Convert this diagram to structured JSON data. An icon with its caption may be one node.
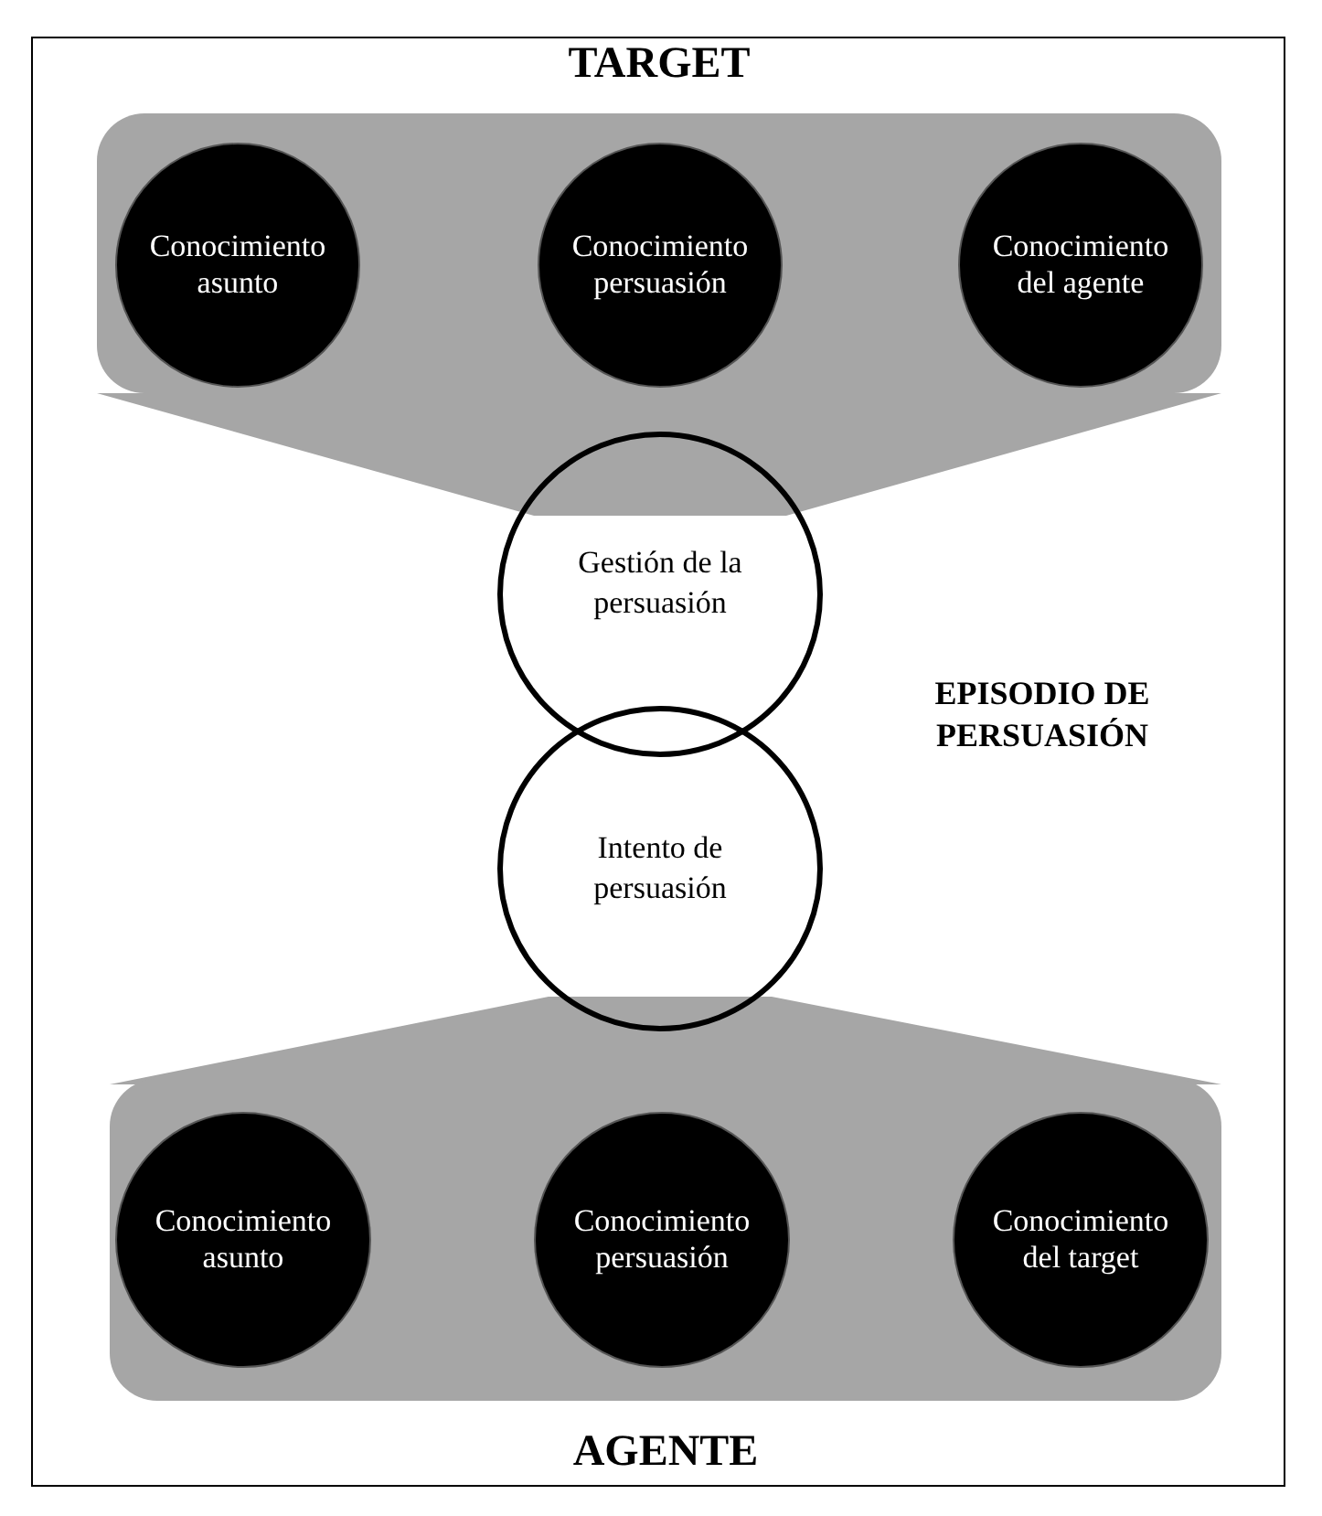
{
  "diagram": {
    "nodes": [
      {
        "text": [
          "TARGET"
        ]
      },
      {
        "text": [
          "Conocimiento asunto"
        ],
        "in": 0
      },
      {
        "text": [
          "Conocimiento persuasión"
        ],
        "in": 0
      },
      {
        "text": [
          "Conocimiento del agente"
        ],
        "in": 0
      },
      {
        "text": [],
        "shape": "funnel"
      },
      {
        "text": [
          "Gestión de la persuasión"
        ]
      },
      {
        "text": [
          "Intento de persuasión"
        ]
      },
      {
        "text": [],
        "shape": "funnel"
      },
      {
        "text": [
          "AGENTE"
        ]
      },
      {
        "text": [
          "Conocimiento asunto"
        ],
        "in": 8
      },
      {
        "text": [
          "Conocimiento persuasión"
        ],
        "in": 8
      },
      {
        "text": [
          "Conocimiento del target"
        ],
        "in": 8
      }
    ],
    "labels": [
      "EPISODIO DE PERSUASIÓN"
    ]
  }
}
